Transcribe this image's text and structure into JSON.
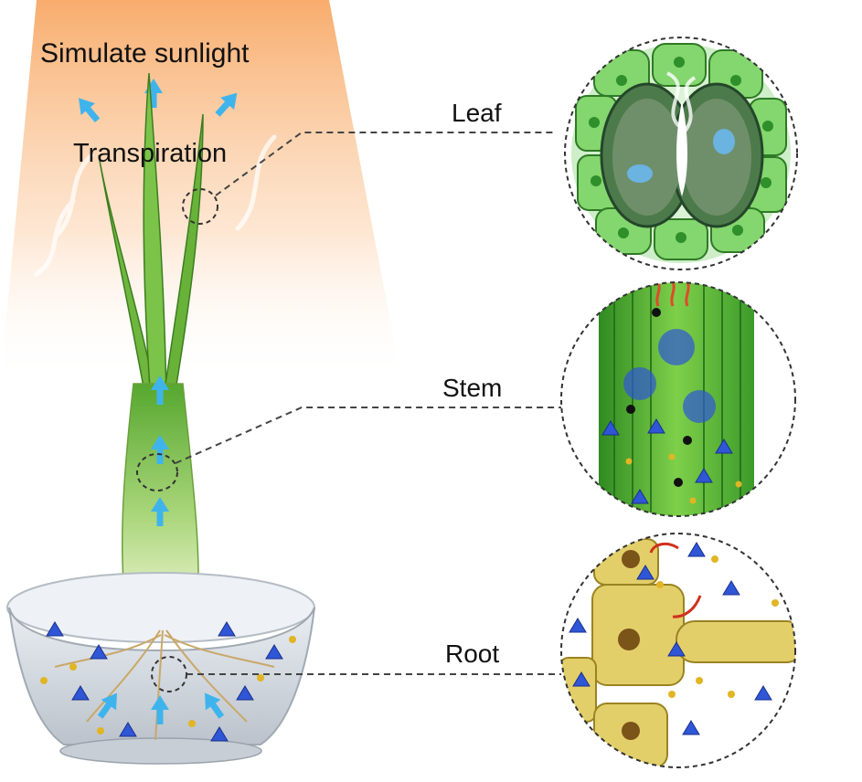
{
  "labels": {
    "sunlight": "Simulate sunlight",
    "transpiration": "Transpiration",
    "leaf": "Leaf",
    "stem": "Stem",
    "root": "Root"
  },
  "colors": {
    "sunlight": "#f7a35c",
    "arrow": "#3fb4ec",
    "leaf_green": "#7fd46a",
    "stem_green": "#3fa32b",
    "root_yellow": "#d9c35a",
    "particle_blue": "#2f56d6",
    "particle_gold": "#e1b524",
    "flow_red": "#d0301d",
    "callout_line": "#444444"
  },
  "icons": [
    "up-arrow-icon",
    "tetrahedron-particle-icon",
    "gold-particle-icon"
  ]
}
